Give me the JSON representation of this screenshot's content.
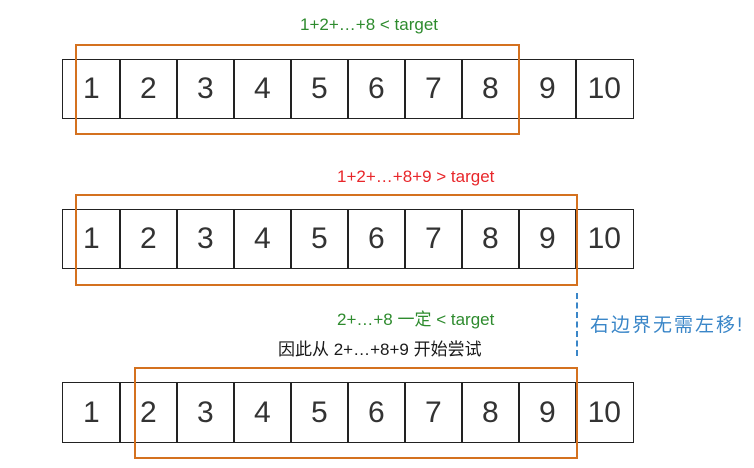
{
  "colors": {
    "window_border": "#d4711f",
    "less_than_label": "#2e8b2e",
    "greater_than_label": "#e8262a",
    "note": "#3a86c8",
    "cell_border": "#222222"
  },
  "rows": [
    {
      "label": "1+2+…+8 < target",
      "label_color": "#2e8b2e",
      "cells": [
        "1",
        "2",
        "3",
        "4",
        "5",
        "6",
        "7",
        "8",
        "9",
        "10"
      ],
      "window": {
        "start": 1,
        "end": 8
      }
    },
    {
      "label": "1+2+…+8+9 > target",
      "label_color": "#e8262a",
      "cells": [
        "1",
        "2",
        "3",
        "4",
        "5",
        "6",
        "7",
        "8",
        "9",
        "10"
      ],
      "window": {
        "start": 1,
        "end": 9
      }
    },
    {
      "label": "2+…+8 一定 < target",
      "label_color": "#2e8b2e",
      "sublabel": "因此从  2+…+8+9 开始尝试",
      "cells": [
        "1",
        "2",
        "3",
        "4",
        "5",
        "6",
        "7",
        "8",
        "9",
        "10"
      ],
      "window": {
        "start": 2,
        "end": 9
      }
    }
  ],
  "note": {
    "text": "右边界无需左移!",
    "color": "#3a86c8"
  }
}
